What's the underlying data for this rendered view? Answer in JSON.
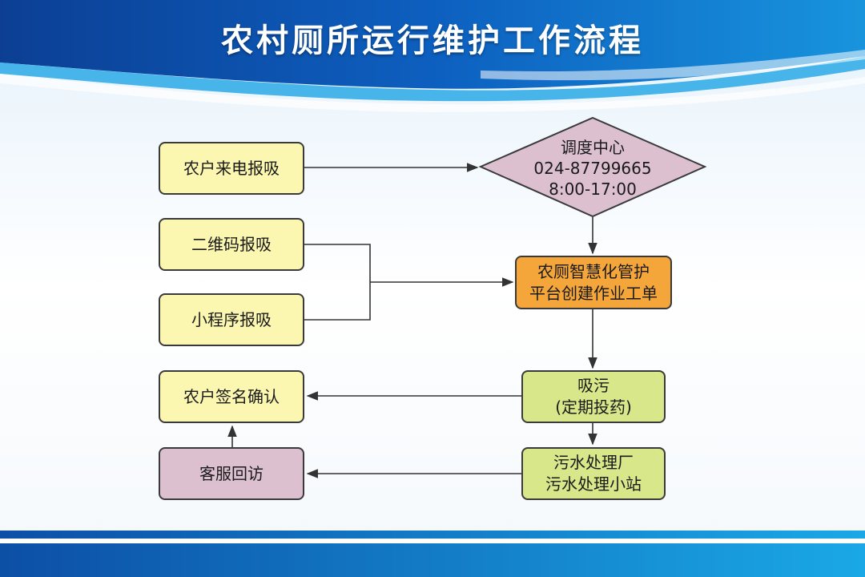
{
  "title": "农村厕所运行维护工作流程",
  "colors": {
    "header_blue": "#0a57b0",
    "light_blue": "#1aa0e0",
    "box_yellow": "#fbf6b0",
    "box_green": "#d8e78a",
    "box_orange": "#f5a63a",
    "box_pink": "#dcc0d0"
  },
  "nodes": {
    "phone_report": "农户来电报吸",
    "qr_report": "二维码报吸",
    "miniprogram_report": "小程序报吸",
    "signature_confirm": "农户签名确认",
    "customer_followup": "客服回访",
    "dispatch": {
      "line1": "调度中心",
      "line2": "024-87799665",
      "line3": "8:00-17:00"
    },
    "platform": {
      "line1": "农厕智慧化管护",
      "line2": "平台创建作业工单"
    },
    "suction": {
      "line1": "吸污",
      "line2": "(定期投药)"
    },
    "treatment": {
      "line1": "污水处理厂",
      "line2": "污水处理小站"
    }
  }
}
